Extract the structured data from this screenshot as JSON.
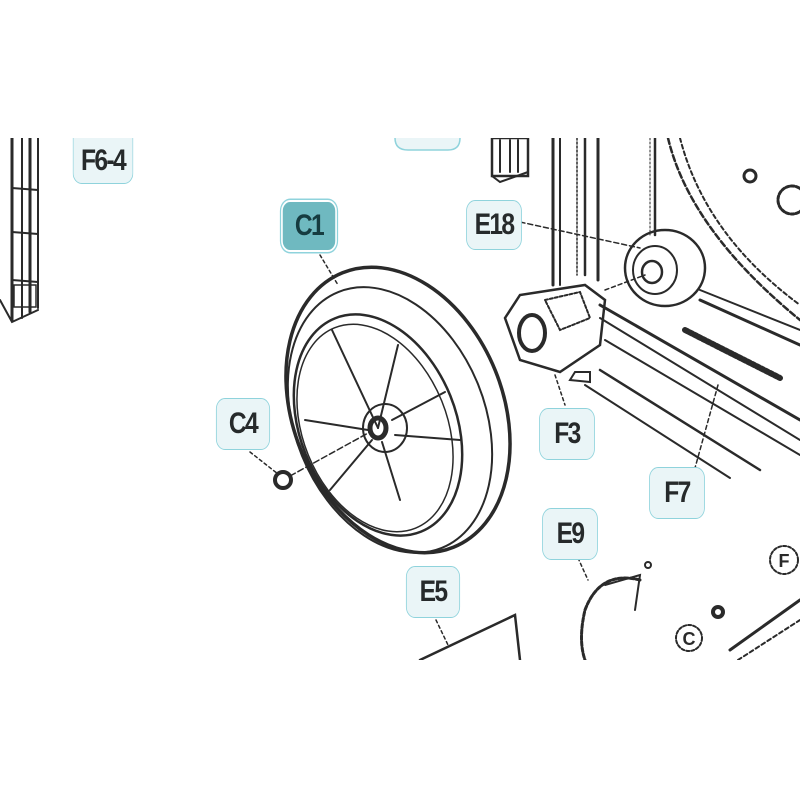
{
  "diagram": {
    "type": "exploded-parts-view",
    "subject": "Wheel assembly and frame (parts diagram)",
    "colors": {
      "label_fill": "#eaf5f7",
      "label_border": "#8fd3dc",
      "label_text": "#262a2b",
      "selected_fill": "#6fb9c0",
      "line_art": "#2a2a2a",
      "background": "#ffffff"
    },
    "callouts": [
      {
        "id": "F6-4",
        "label": "F6-4",
        "selected": false
      },
      {
        "id": "C1",
        "label": "C1",
        "selected": true
      },
      {
        "id": "E18",
        "label": "E18",
        "selected": false
      },
      {
        "id": "C4",
        "label": "C4",
        "selected": false
      },
      {
        "id": "F3",
        "label": "F3",
        "selected": false
      },
      {
        "id": "F7",
        "label": "F7",
        "selected": false
      },
      {
        "id": "E9",
        "label": "E9",
        "selected": false
      },
      {
        "id": "E5",
        "label": "E5",
        "selected": false
      }
    ],
    "circled_marks": [
      {
        "label": "F"
      },
      {
        "label": "C"
      }
    ]
  }
}
